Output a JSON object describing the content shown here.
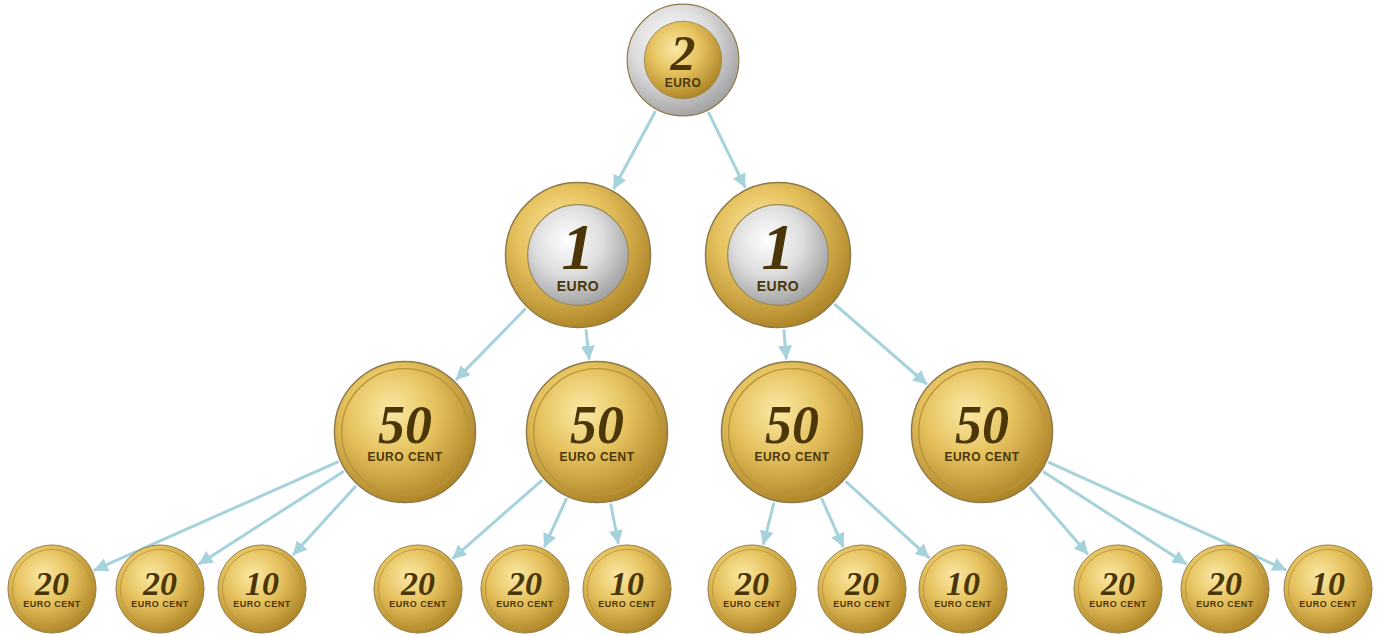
{
  "diagram": {
    "nodes": [
      {
        "text": [
          "2",
          "EURO"
        ]
      },
      {
        "text": [
          "1",
          "EURO"
        ]
      },
      {
        "text": [
          "1",
          "EURO"
        ]
      },
      {
        "text": [
          "50",
          "EURO CENT"
        ]
      },
      {
        "text": [
          "50",
          "EURO CENT"
        ]
      },
      {
        "text": [
          "50",
          "EURO CENT"
        ]
      },
      {
        "text": [
          "50",
          "EURO CENT"
        ]
      },
      {
        "text": [
          "20",
          "EURO CENT"
        ]
      },
      {
        "text": [
          "20",
          "EURO CENT"
        ]
      },
      {
        "text": [
          "10",
          "EURO CENT"
        ]
      },
      {
        "text": [
          "20",
          "EURO CENT"
        ]
      },
      {
        "text": [
          "20",
          "EURO CENT"
        ]
      },
      {
        "text": [
          "10",
          "EURO CENT"
        ]
      },
      {
        "text": [
          "20",
          "EURO CENT"
        ]
      },
      {
        "text": [
          "20",
          "EURO CENT"
        ]
      },
      {
        "text": [
          "10",
          "EURO CENT"
        ]
      },
      {
        "text": [
          "20",
          "EURO CENT"
        ]
      },
      {
        "text": [
          "20",
          "EURO CENT"
        ]
      },
      {
        "text": [
          "10",
          "EURO CENT"
        ]
      }
    ],
    "edges": [
      {
        "from": 0,
        "to": 1,
        "arrow": "to"
      },
      {
        "from": 0,
        "to": 2,
        "arrow": "to"
      },
      {
        "from": 1,
        "to": 3,
        "arrow": "to"
      },
      {
        "from": 1,
        "to": 4,
        "arrow": "to"
      },
      {
        "from": 2,
        "to": 5,
        "arrow": "to"
      },
      {
        "from": 2,
        "to": 6,
        "arrow": "to"
      },
      {
        "from": 3,
        "to": 7,
        "arrow": "to"
      },
      {
        "from": 3,
        "to": 8,
        "arrow": "to"
      },
      {
        "from": 3,
        "to": 9,
        "arrow": "to"
      },
      {
        "from": 4,
        "to": 10,
        "arrow": "to"
      },
      {
        "from": 4,
        "to": 11,
        "arrow": "to"
      },
      {
        "from": 4,
        "to": 12,
        "arrow": "to"
      },
      {
        "from": 5,
        "to": 13,
        "arrow": "to"
      },
      {
        "from": 5,
        "to": 14,
        "arrow": "to"
      },
      {
        "from": 5,
        "to": 15,
        "arrow": "to"
      },
      {
        "from": 6,
        "to": 16,
        "arrow": "to"
      },
      {
        "from": 6,
        "to": 17,
        "arrow": "to"
      },
      {
        "from": 6,
        "to": 18,
        "arrow": "to"
      }
    ]
  }
}
